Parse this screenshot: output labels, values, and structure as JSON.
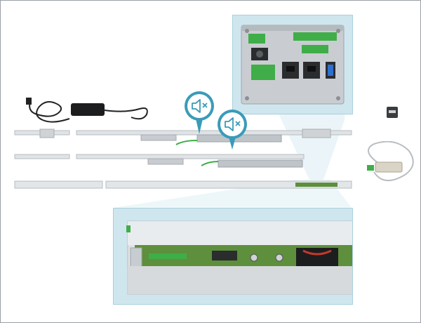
{
  "colors": {
    "panel_bg": "#cfe6ee",
    "panel_border": "#a9d0dd",
    "callout_accent": "#3a9bb8",
    "terminal_green": "#3fae49",
    "rail_silver": "#dfe3e6",
    "pcb_green": "#5e8f3d"
  },
  "callouts": [
    {
      "icon": "speaker-muted-icon"
    },
    {
      "icon": "speaker-muted-icon"
    }
  ],
  "components": [
    "power-adapter",
    "controller-module",
    "drive-rail",
    "cable-connector",
    "remote-fob"
  ]
}
